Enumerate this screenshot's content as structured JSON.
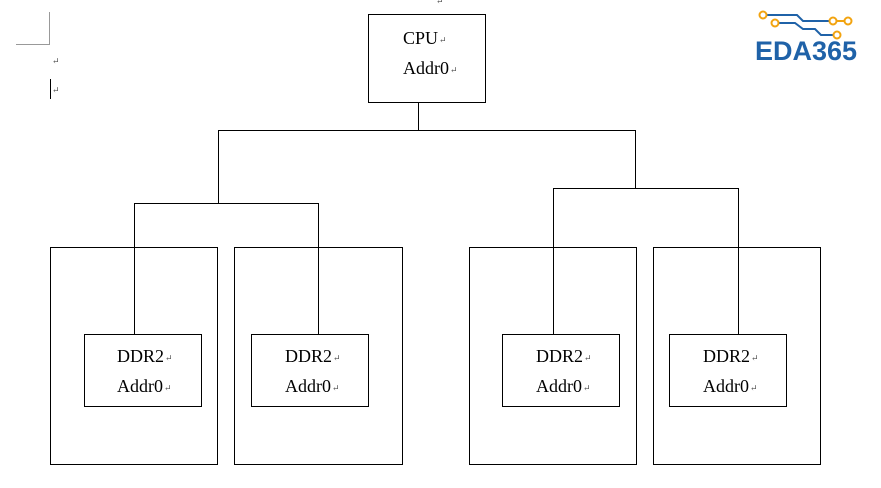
{
  "page_marks": {
    "paragraph_mark_1": "↵",
    "paragraph_mark_2": "↵",
    "paragraph_mark_3": "↵",
    "paragraph_mark_top": "↵"
  },
  "logo": {
    "text": "EDA365",
    "colors": {
      "text": "#1f62a8",
      "circuit": "#f2a30f",
      "trace": "#1f62a8"
    }
  },
  "diagram": {
    "cpu": {
      "line1": "CPU",
      "line2": "Addr0"
    },
    "ddr_modules": [
      {
        "line1": "DDR2",
        "line2": "Addr0"
      },
      {
        "line1": "DDR2",
        "line2": "Addr0"
      },
      {
        "line1": "DDR2",
        "line2": "Addr0"
      },
      {
        "line1": "DDR2",
        "line2": "Addr0"
      }
    ],
    "line_end_mark": "↵"
  }
}
